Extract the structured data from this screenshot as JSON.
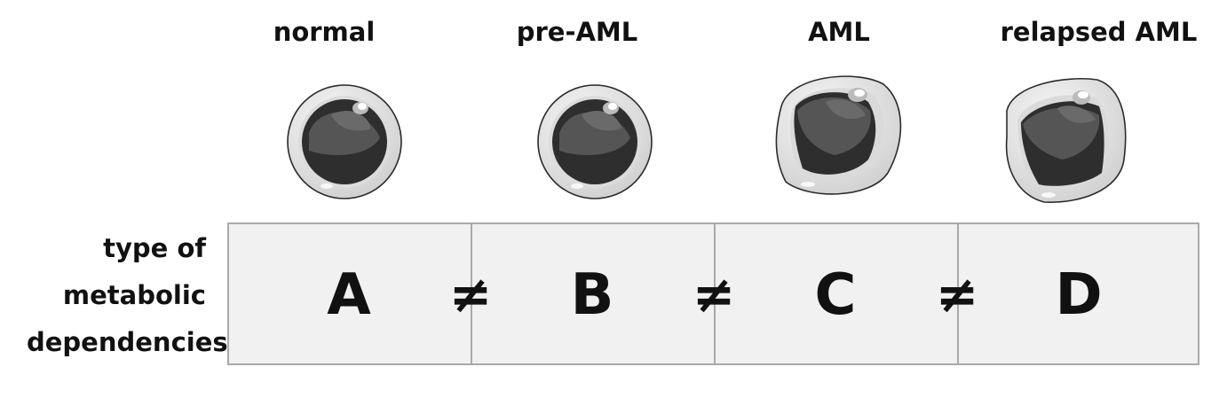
{
  "stages": [
    {
      "label": "normal"
    },
    {
      "label": "pre-AML"
    },
    {
      "label": "AML"
    },
    {
      "label": "relapsed AML"
    }
  ],
  "row_label": {
    "line1": "type of",
    "line2": "metabolic",
    "line3": "dependencies"
  },
  "dependency_types": [
    "A",
    "B",
    "C",
    "D"
  ],
  "inequality_symbol": "≠",
  "colors": {
    "cell_outline": "#2b2b2b",
    "cell_cytoplasm": "#e6e6e6",
    "nucleus_dark": "#2e2e2e",
    "nucleus_mid": "#555555",
    "box_fill": "#f1f1f1",
    "box_border": "#a9a9a9"
  },
  "cell_icons": [
    "round-cell-icon",
    "round-cell-icon",
    "irregular-cell-icon",
    "irregular-cell-icon"
  ]
}
